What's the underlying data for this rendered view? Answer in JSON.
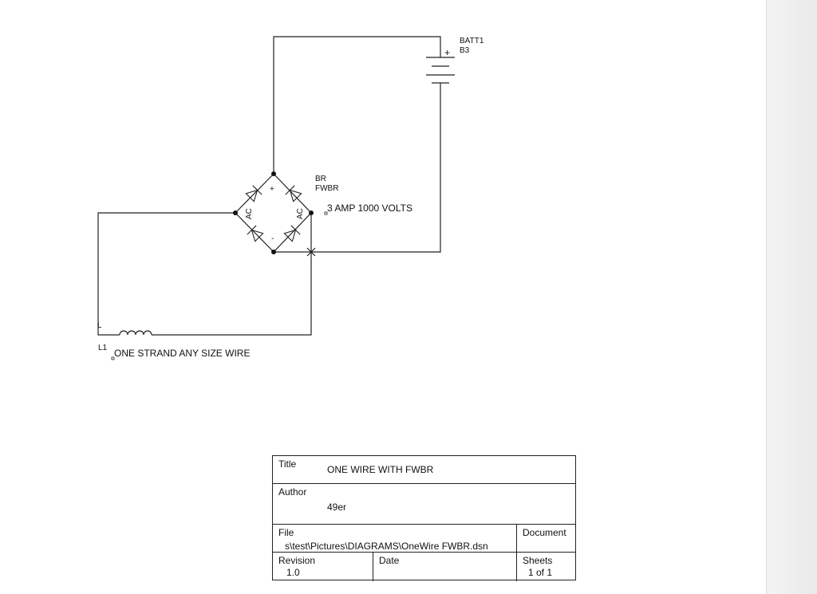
{
  "components": {
    "battery": {
      "ref": "BATT1",
      "value": "B3",
      "plus": "+"
    },
    "bridge": {
      "ref": "BR",
      "value": "FWBR",
      "rating": "3 AMP 1000 VOLTS",
      "pos": "+",
      "neg": "-",
      "ac_left": "AC",
      "ac_right": "AC"
    },
    "inductor": {
      "ref": "L1",
      "pin": "L",
      "value": "ONE STRAND ANY SIZE WIRE"
    }
  },
  "title_block": {
    "title_label": "Title",
    "title": "ONE WIRE WITH FWBR",
    "author_label": "Author",
    "author": "49er",
    "file_label": "File",
    "file": "s\\test\\Pictures\\DIAGRAMS\\OneWire FWBR.dsn",
    "document_label": "Document",
    "revision_label": "Revision",
    "revision": "1.0",
    "date_label": "Date",
    "sheets_label": "Sheets",
    "sheets": "1 of 1"
  }
}
